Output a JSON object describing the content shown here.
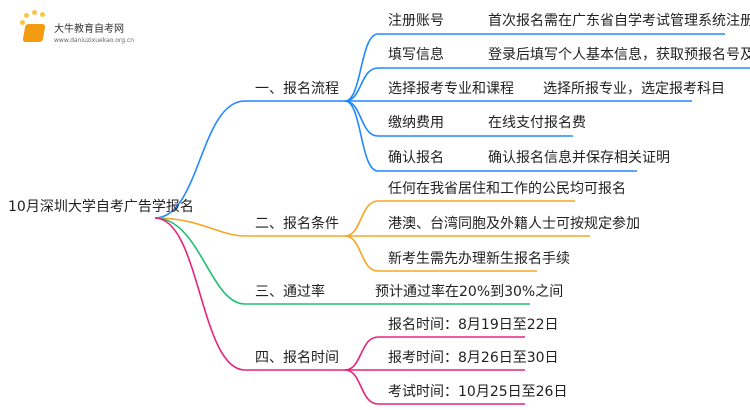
{
  "logo": {
    "name": "大牛教育自考网",
    "url": "www.daniuzixuekao.org.cn"
  },
  "root": "10月深圳大学自考广告学报名",
  "colors": {
    "b1": "#2288ff",
    "b2": "#f5a623",
    "b3": "#20c070",
    "b4": "#e8237a"
  },
  "branches": [
    {
      "label": "一、报名流程",
      "children": [
        {
          "label": "注册账号",
          "detail": "首次报名需在广东省自学考试管理系统注册账号"
        },
        {
          "label": "填写信息",
          "detail": "登录后填写个人基本信息，获取预报名号及准考证号"
        },
        {
          "label": "选择报考专业和课程",
          "detail": "选择所报专业，选定报考科目"
        },
        {
          "label": "缴纳费用",
          "detail": "在线支付报名费"
        },
        {
          "label": "确认报名",
          "detail": "确认报名信息并保存相关证明"
        }
      ]
    },
    {
      "label": "二、报名条件",
      "children": [
        {
          "label": "任何在我省居住和工作的公民均可报名"
        },
        {
          "label": "港澳、台湾同胞及外籍人士可按规定参加"
        },
        {
          "label": "新考生需先办理新生报名手续"
        }
      ]
    },
    {
      "label": "三、通过率",
      "children": [
        {
          "label": "预计通过率在20%到30%之间"
        }
      ]
    },
    {
      "label": "四、报名时间",
      "children": [
        {
          "label": "报名时间：8月19日至22日"
        },
        {
          "label": "报考时间：8月26日至30日"
        },
        {
          "label": "考试时间：10月25日至26日"
        }
      ]
    }
  ]
}
